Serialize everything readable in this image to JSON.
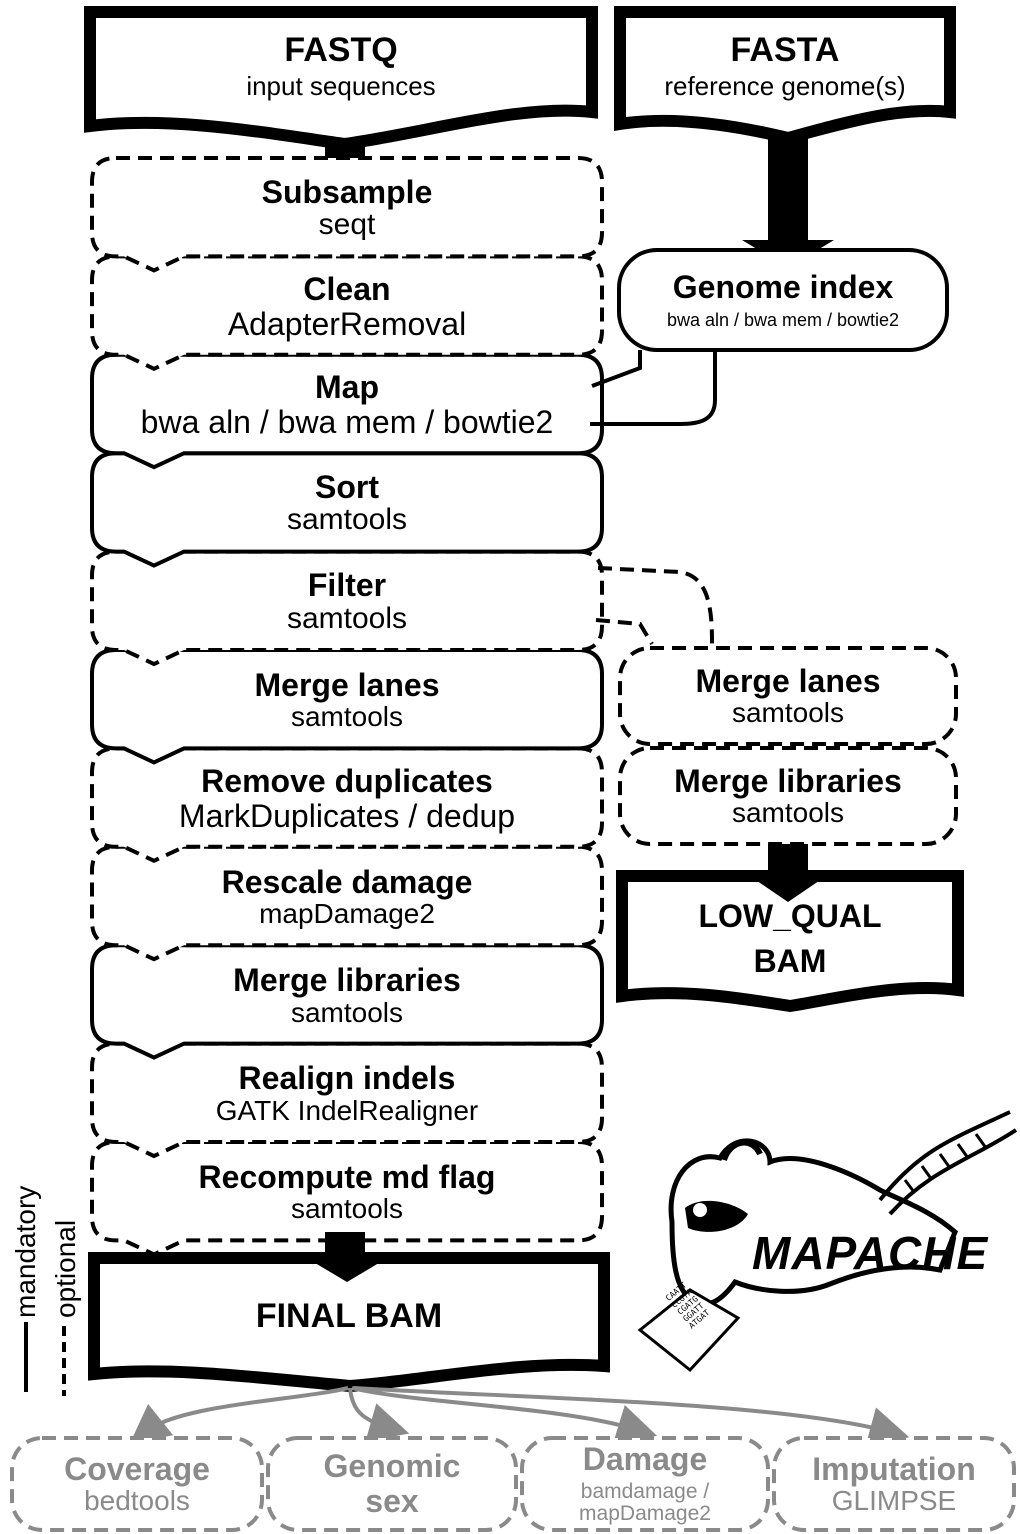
{
  "inputs": {
    "fastq": {
      "title": "FASTQ",
      "sub": "input sequences"
    },
    "fasta": {
      "title": "FASTA",
      "sub": "reference genome(s)"
    }
  },
  "genome_index": {
    "title": "Genome index",
    "sub": "bwa aln / bwa mem / bowtie2"
  },
  "main_steps": [
    {
      "title": "Subsample",
      "sub": "seqt",
      "style": "optional"
    },
    {
      "title": "Clean",
      "sub": "AdapterRemoval",
      "style": "optional"
    },
    {
      "title": "Map",
      "sub": "bwa aln / bwa mem / bowtie2",
      "style": "mandatory"
    },
    {
      "title": "Sort",
      "sub": "samtools",
      "style": "mandatory"
    },
    {
      "title": "Filter",
      "sub": "samtools",
      "style": "optional"
    },
    {
      "title": "Merge lanes",
      "sub": "samtools",
      "style": "mandatory"
    },
    {
      "title": "Remove duplicates",
      "sub": "MarkDuplicates / dedup",
      "style": "optional"
    },
    {
      "title": "Rescale damage",
      "sub": "mapDamage2",
      "style": "optional"
    },
    {
      "title": "Merge libraries",
      "sub": "samtools",
      "style": "mandatory"
    },
    {
      "title": "Realign indels",
      "sub": "GATK IndelRealigner",
      "style": "optional"
    },
    {
      "title": "Recompute md flag",
      "sub": "samtools",
      "style": "optional"
    }
  ],
  "side_steps": [
    {
      "title": "Merge lanes",
      "sub": "samtools",
      "style": "optional"
    },
    {
      "title": "Merge libraries",
      "sub": "samtools",
      "style": "optional"
    }
  ],
  "outputs": {
    "low_qual": {
      "line1": "LOW_QUAL",
      "line2": "BAM"
    },
    "final": {
      "title": "FINAL BAM"
    }
  },
  "downstream": [
    {
      "title": "Coverage",
      "sub": "bedtools"
    },
    {
      "title": "Genomic",
      "sub": "sex"
    },
    {
      "title": "Damage",
      "sub": "bamdamage / mapDamage2"
    },
    {
      "title": "Imputation",
      "sub": "GLIMPSE"
    }
  ],
  "legend": {
    "mandatory": "mandatory",
    "optional": "optional"
  },
  "logo": {
    "text": "MAPACHE",
    "paper_lines": [
      "CAATT",
      "CCGTA",
      "CGATG",
      "GGATT",
      "ATGAT"
    ]
  },
  "colors": {
    "line": "#000000",
    "gray": "#8a8a8a"
  }
}
